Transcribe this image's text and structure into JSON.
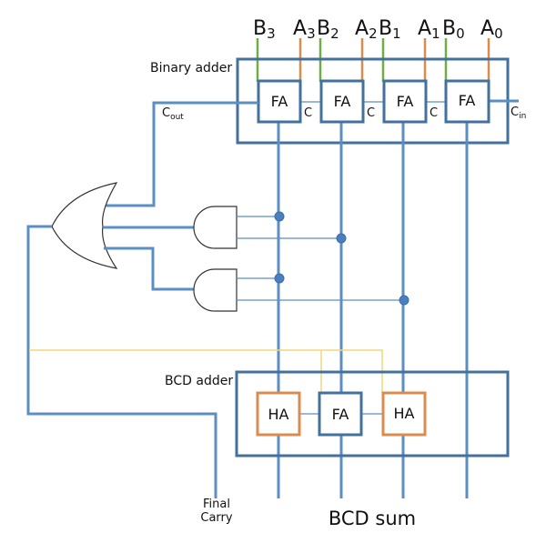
{
  "title": "BCD adder circuit",
  "colors": {
    "bus": "#5b8fc4",
    "block": "#41719c",
    "fa_box": "#41719c",
    "ha_box": "#d98c4f",
    "input_b": "#70ad47",
    "input_a": "#d98c4f",
    "correction": "#f0d87a",
    "gate": "#333333",
    "junction": "#4a7fbf"
  },
  "inputs": [
    {
      "name": "B",
      "sub": "3"
    },
    {
      "name": "A",
      "sub": "3"
    },
    {
      "name": "B",
      "sub": "2"
    },
    {
      "name": "A",
      "sub": "2"
    },
    {
      "name": "B",
      "sub": "1"
    },
    {
      "name": "A",
      "sub": "1"
    },
    {
      "name": "B",
      "sub": "0"
    },
    {
      "name": "A",
      "sub": "0"
    }
  ],
  "binary_adder": {
    "label": "Binary adder",
    "cells": [
      "FA",
      "FA",
      "FA",
      "FA"
    ],
    "carry_labels": [
      "C",
      "C",
      "C"
    ],
    "cout": {
      "main": "C",
      "sub": "out"
    },
    "cin": {
      "main": "C",
      "sub": "in"
    }
  },
  "bcd_adder": {
    "label": "BCD adder",
    "cells": [
      "HA",
      "FA",
      "HA"
    ]
  },
  "outputs": {
    "final_carry_line1": "Final",
    "final_carry_line2": "Carry",
    "bcd_sum": "BCD sum"
  }
}
